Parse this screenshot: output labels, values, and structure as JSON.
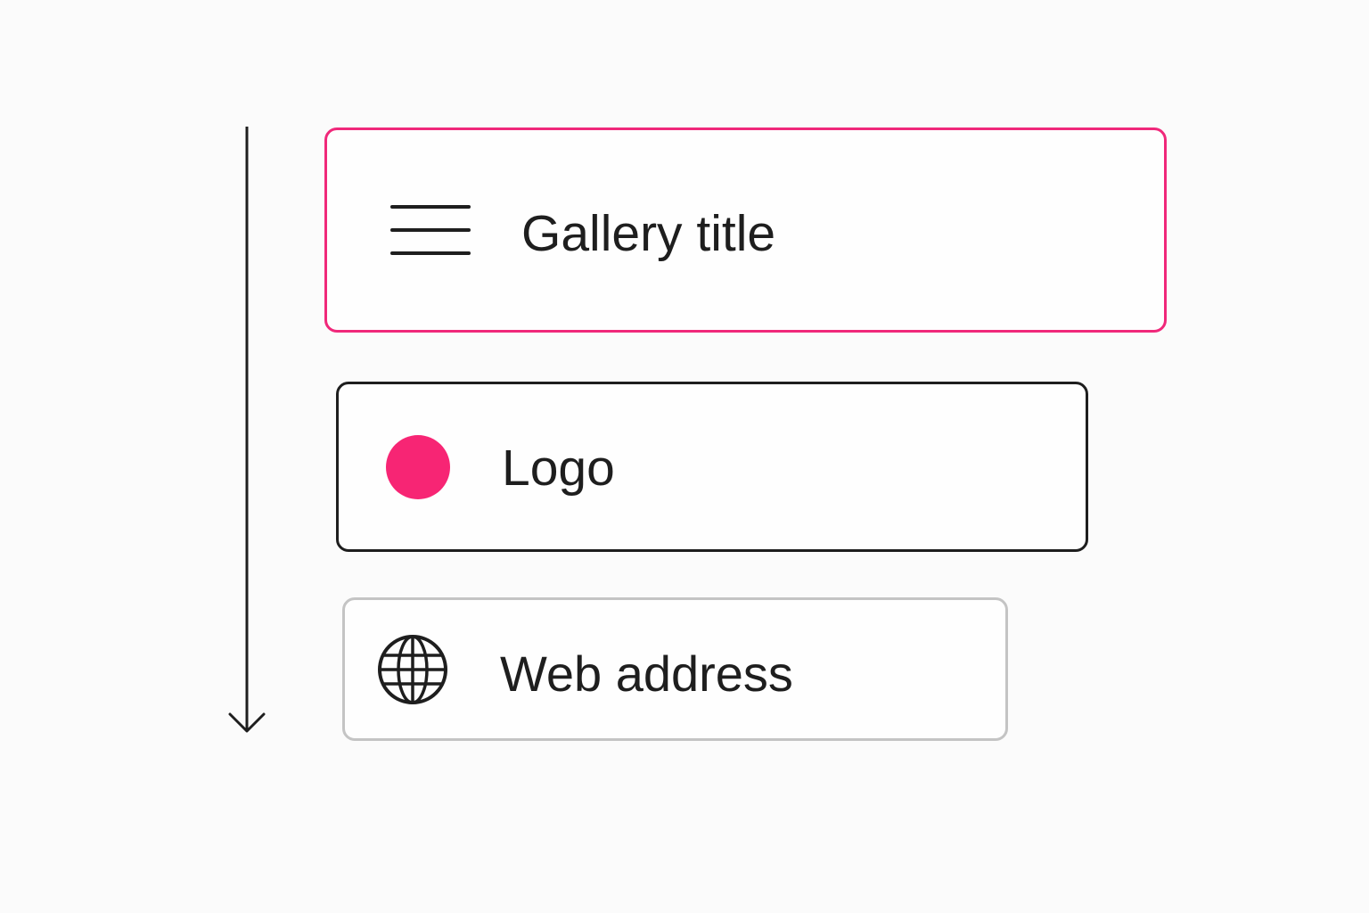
{
  "items": [
    {
      "label": "Gallery title",
      "icon": "menu-icon",
      "border_color": "#f0287a"
    },
    {
      "label": "Logo",
      "icon": "dot-icon",
      "icon_color": "#f72574",
      "border_color": "#1e1e1e"
    },
    {
      "label": "Web address",
      "icon": "globe-icon",
      "border_color": "#c4c4c4"
    }
  ],
  "arrow": {
    "direction": "down"
  },
  "colors": {
    "accent": "#f0287a",
    "text": "#1e1e1e",
    "muted_border": "#c4c4c4",
    "background": "#fbfbfb"
  }
}
